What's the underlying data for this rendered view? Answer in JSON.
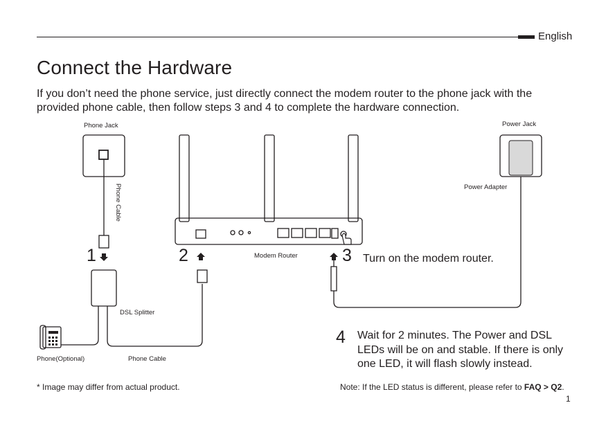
{
  "header": {
    "language": "English"
  },
  "title": "Connect the Hardware",
  "intro": "If you don’t need the phone service, just directly connect the modem router to the phone jack with the provided phone cable, then follow steps 3 and 4 to complete the hardware connection.",
  "diagram": {
    "phone_jack": "Phone Jack",
    "phone_cable_vertical": "Phone Cable",
    "power_jack": "Power Jack",
    "power_adapter": "Power Adapter",
    "modem_router": "Modem Router",
    "dsl_splitter": "DSL Splitter",
    "phone_optional": "Phone(Optional)",
    "phone_cable": "Phone Cable",
    "step1": "1",
    "step2": "2",
    "step3_num": "3",
    "step4_num": "4"
  },
  "steps": {
    "step3_text": "Turn on the modem router.",
    "step4_text": "Wait for 2 minutes. The Power and DSL LEDs will be on and stable. If there is only one LED, it will flash slowly instead."
  },
  "footer": {
    "disclaimer": "* Image may differ from actual product.",
    "note_prefix": "Note: If the LED status is different, please refer to ",
    "note_link": "FAQ > Q2",
    "note_suffix": ".",
    "page_number": "1"
  }
}
